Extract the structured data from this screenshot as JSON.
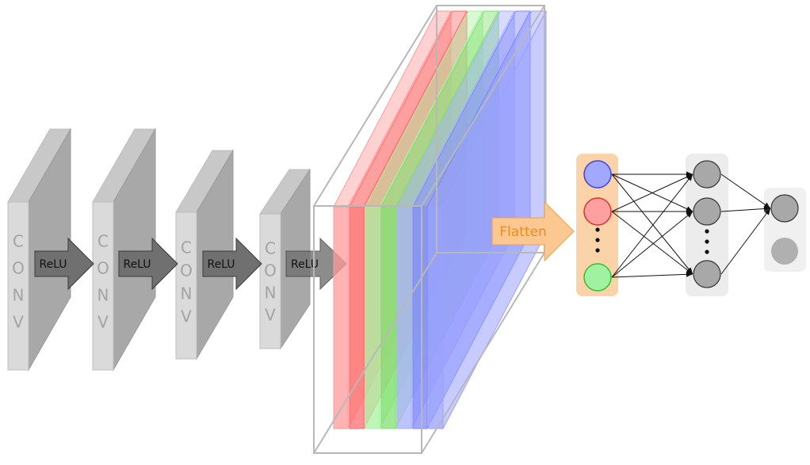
{
  "conv_blocks": [
    {
      "letters": [
        "C",
        "O",
        "N",
        "V"
      ]
    },
    {
      "letters": [
        "C",
        "O",
        "N",
        "V"
      ]
    },
    {
      "letters": [
        "C",
        "O",
        "N",
        "V"
      ]
    },
    {
      "letters": [
        "C",
        "O",
        "N",
        "V"
      ]
    }
  ],
  "activation_label": "ReLU",
  "flatten_label": "Flatten",
  "feature_map_colors": [
    "#ff9a9a",
    "#ff6e6e",
    "#a8f2a0",
    "#80e070",
    "#a8b0ff",
    "#8088ff",
    "#9aa0ff"
  ],
  "input_neuron_colors": [
    "#a0a8ff",
    "#ffa0a0",
    "#a0f2a0"
  ],
  "colors": {
    "conv_front": "#dadada",
    "conv_side": "#a8a8a8",
    "arrow": "#707070",
    "flatten_bg": "#fbd3a8",
    "flatten_arrow": "#fcc892",
    "flatten_text": "#f08a1c",
    "layer_bg": "#ececec",
    "neuron": "#a8a8a8"
  }
}
